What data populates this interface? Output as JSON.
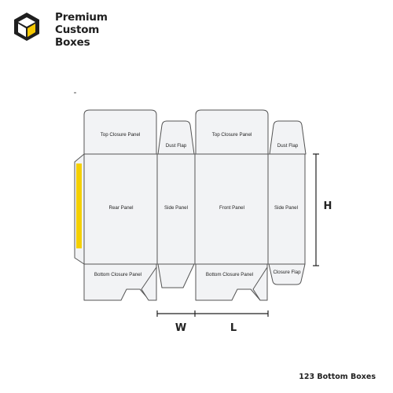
{
  "brand": {
    "name_line1": "Premium Custom",
    "name_line2": "Boxes",
    "logo_icon": "box-cube-icon",
    "accent_color": "#f5c800",
    "dark_color": "#1f1f1f"
  },
  "dieline": {
    "panel_fill": "#f2f3f5",
    "stroke_color": "#555555",
    "glue_flap_color": "#f5d000",
    "labels": {
      "top_closure_left": "Top Closure Panel",
      "top_closure_right": "Top Closure Panel",
      "dust_flap_left": "Dust Flap",
      "dust_flap_right": "Dust Flap",
      "rear_panel": "Rear Panel",
      "side_panel_left": "Side Panel",
      "front_panel": "Front Panel",
      "side_panel_right": "Side Panel",
      "bottom_closure_left": "Bottom Closure Panel",
      "bottom_closure_right": "Bottom Closure Panel",
      "closure_flap": "Closure Flap"
    },
    "dimensions": {
      "height": "H",
      "width": "W",
      "length": "L"
    }
  },
  "footer": {
    "caption": "123 Bottom Boxes"
  }
}
